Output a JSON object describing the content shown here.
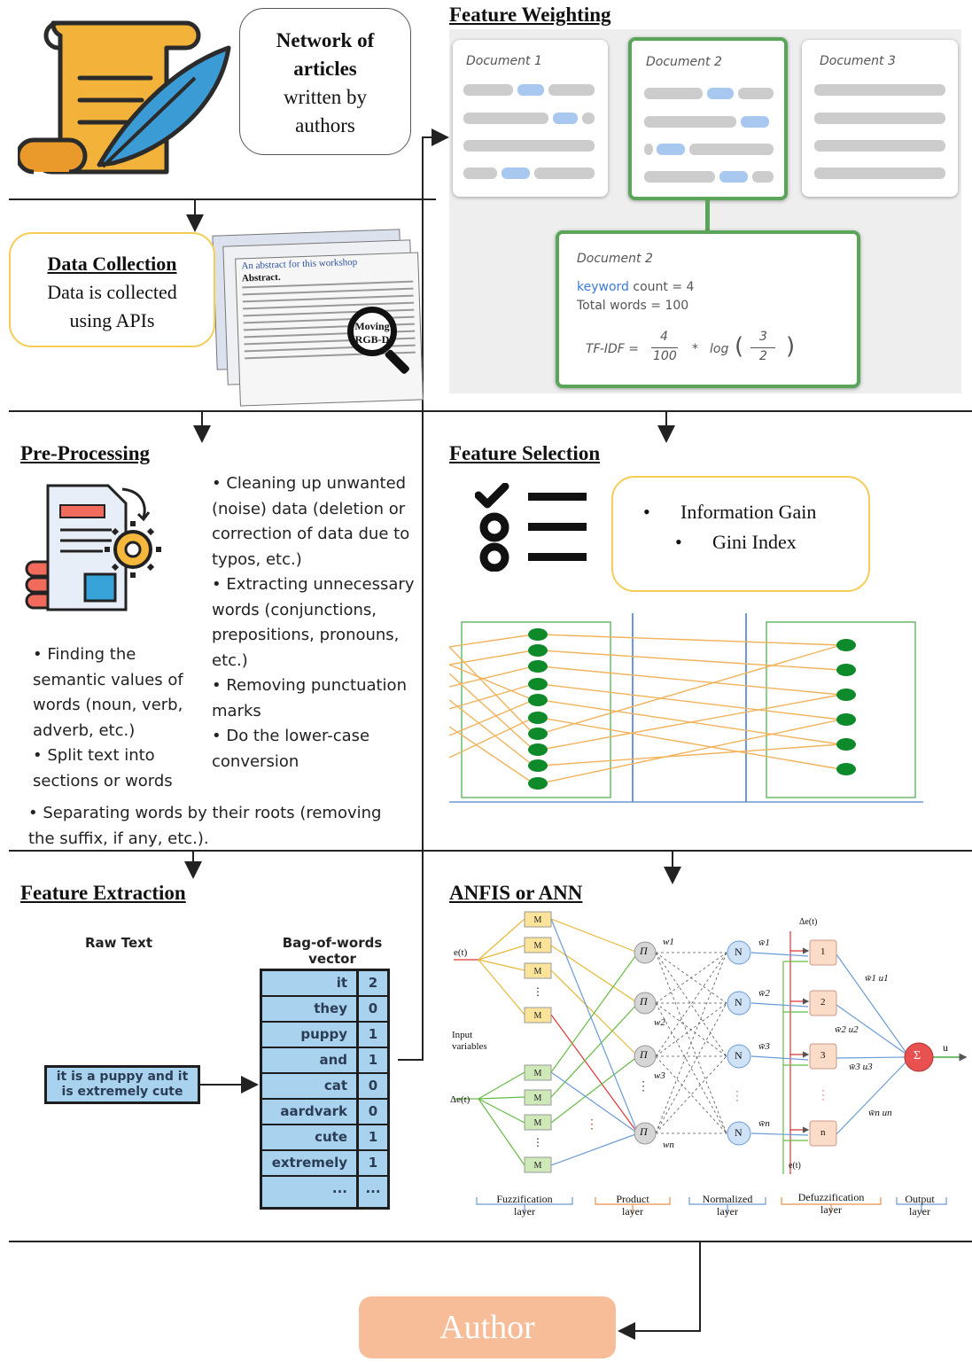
{
  "network_box": {
    "line1": "Network of",
    "line2": "articles",
    "line3": "written by",
    "line4": "authors"
  },
  "data_collection": {
    "title": "Data Collection",
    "line1": "Data is collected",
    "line2": "using APIs",
    "paper_title_fragment": "An abstract for this workshop",
    "abstract_label": "Abstract.",
    "magnifier_text1": "Moving",
    "magnifier_text2": "RGB-D"
  },
  "feature_weighting": {
    "title": "Feature Weighting",
    "documents": [
      "Document 1",
      "Document 2",
      "Document 3"
    ],
    "detail": {
      "label": "Document 2",
      "keyword": "keyword",
      "count_rest": " count = 4",
      "total": "Total words = 100",
      "tfidf_label": "TF-IDF =",
      "num1": "4",
      "den1": "100",
      "times": "*",
      "log": "log",
      "num2": "3",
      "den2": "2"
    }
  },
  "pre_processing": {
    "title": "Pre-Processing",
    "right_bullets": [
      "• Cleaning up unwanted (noise) data (deletion or correction of data due to typos, etc.)",
      "• Extracting unnecessary words (conjunctions, prepositions, pronouns, etc.)",
      "• Removing punctuation marks",
      "• Do the lower-case conversion"
    ],
    "left_bullets": [
      "• Finding the semantic values of words (noun, verb, adverb, etc.)",
      "• Split text into sections or words"
    ],
    "bottom_bullet": "• Separating words by their roots (removing the suffix, if any, etc.)."
  },
  "feature_selection": {
    "title": "Feature Selection",
    "items": [
      "Information Gain",
      "Gini Index"
    ]
  },
  "feature_extraction": {
    "title": "Feature Extraction",
    "raw_text_label": "Raw Text",
    "bow_label_line1": "Bag-of-words",
    "bow_label_line2": "vector",
    "sentence_line1": "it is a puppy and it",
    "sentence_line2": "is extremely cute",
    "bow_rows": [
      {
        "word": "it",
        "count": "2"
      },
      {
        "word": "they",
        "count": "0"
      },
      {
        "word": "puppy",
        "count": "1"
      },
      {
        "word": "and",
        "count": "1"
      },
      {
        "word": "cat",
        "count": "0"
      },
      {
        "word": "aardvark",
        "count": "0"
      },
      {
        "word": "cute",
        "count": "1"
      },
      {
        "word": "extremely",
        "count": "1"
      },
      {
        "word": "...",
        "count": "..."
      }
    ]
  },
  "anfis": {
    "title": "ANFIS or ANN",
    "input_e": "e(t)",
    "input_de": "Δe(t)",
    "input_vars_line1": "Input",
    "input_vars_line2": "variables",
    "m_label": "M",
    "pi": "Π",
    "n": "N",
    "sigma": "Σ",
    "output_u": "u",
    "de_top": "Δe(t)",
    "e_bottom": "e(t)",
    "w_labels": [
      "w1",
      "w2",
      "w3",
      "wn"
    ],
    "wbar_labels": [
      "w̄1",
      "w̄2",
      "w̄3",
      "w̄n"
    ],
    "defuzz_nodes": [
      "1",
      "2",
      "3",
      "n"
    ],
    "wu_labels": [
      "w̄1 u1",
      "w̄2 u2",
      "w̄3 u3",
      "w̄n un"
    ],
    "layers": [
      {
        "line1": "Fuzzification",
        "line2": "layer"
      },
      {
        "line1": "Product",
        "line2": "layer"
      },
      {
        "line1": "Normalized",
        "line2": "layer"
      },
      {
        "line1": "Defuzzification",
        "line2": "layer"
      },
      {
        "line1": "Output",
        "line2": "layer"
      }
    ]
  },
  "output": {
    "author": "Author"
  },
  "colors": {
    "doc_green": "#5aa55a",
    "bar_gray": "#cccccc",
    "bar_blue": "#a8c8f0",
    "author_fill": "#f7bd98",
    "gold_border": "#f5cc55",
    "bow_blue": "#a9d2ee"
  }
}
